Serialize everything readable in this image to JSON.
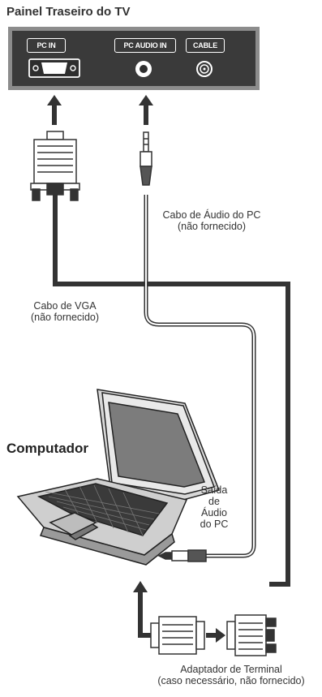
{
  "title": "Painel Traseiro do TV",
  "ports": {
    "pc_in": "PC IN",
    "pc_audio_in": "PC AUDIO IN",
    "cable": "CABLE"
  },
  "captions": {
    "audio_cable_1": "Cabo de Áudio do PC",
    "audio_cable_2": "(não fornecido)",
    "vga_cable_1": "Cabo de VGA",
    "vga_cable_2": "(não fornecido)",
    "computer": "Computador",
    "audio_out_1": "Saída",
    "audio_out_2": "de",
    "audio_out_3": "Áudio",
    "audio_out_4": "do PC",
    "adapter_1": "Adaptador de Terminal",
    "adapter_2": "(caso necessário, não fornecido)"
  },
  "colors": {
    "panel": "#3c3c3c",
    "panel_border": "#8a8a8a",
    "cable": "#333333",
    "arrow": "#333333"
  }
}
